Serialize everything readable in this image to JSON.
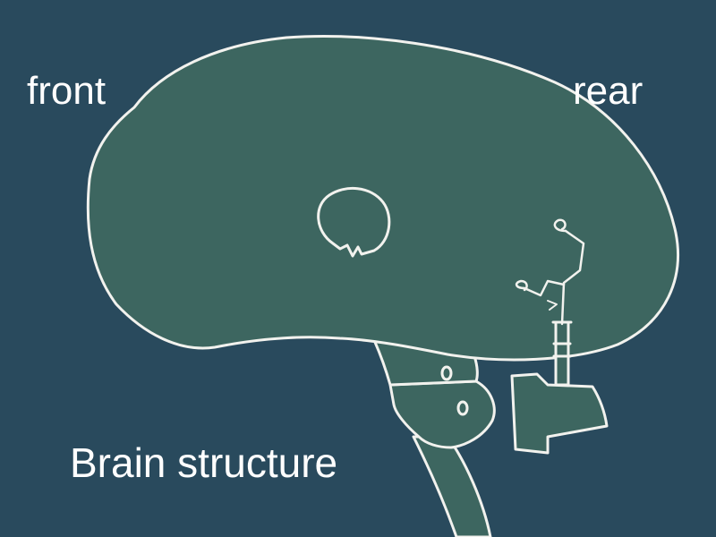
{
  "labels": {
    "front": "front",
    "rear": "rear",
    "title": "Brain structure"
  },
  "colors": {
    "background": "#294a5d",
    "fill": "#3d6660",
    "outline": "#f2f2ee",
    "text": "#ffffff"
  }
}
